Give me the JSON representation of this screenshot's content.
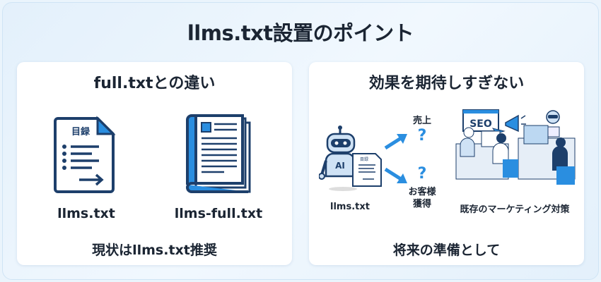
{
  "title": "llms.txt設置のポイント",
  "left_card": {
    "heading": "full.txtとの違い",
    "icon1_text": "目録",
    "label1": "llms.txt",
    "label2": "llms-full.txt",
    "footer": "現状はllms.txt推奨"
  },
  "right_card": {
    "heading": "効果を期待しすぎない",
    "robot_text": "AI",
    "doc_text": "目録",
    "label_llms": "llms.txt",
    "q1": "?",
    "q1_label": "売上",
    "q2": "?",
    "q2_label_line1": "お客様",
    "q2_label_line2": "獲得",
    "seo_text": "SEO",
    "label_marketing": "既存のマーケティング対策",
    "footer": "将来の準備として"
  },
  "colors": {
    "accent": "#2a8ee0",
    "navy": "#1d3f6b",
    "background": "#eaf4fc"
  }
}
